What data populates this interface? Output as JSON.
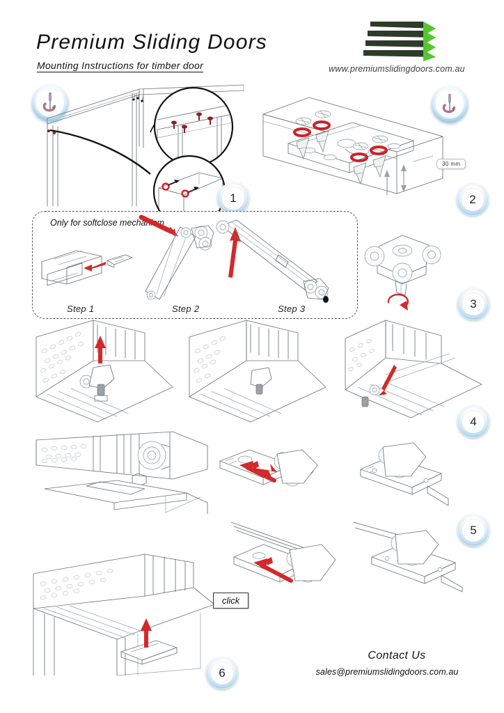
{
  "document": {
    "title": "Premium Sliding Doors",
    "subtitle": "Mounting Instructions for timber door",
    "website": "www.premiumslidingdoors.com.au"
  },
  "logo": {
    "name": "premium-sliding-doors-logo",
    "dark_color": "#2f3b2a",
    "accent_color": "#55c72e"
  },
  "tool_badges": [
    {
      "icon": "screwdriver-icon",
      "label": "screwdriver"
    },
    {
      "icon": "screwdriver-icon",
      "label": "screwdriver"
    }
  ],
  "steps": [
    {
      "number": "1",
      "name": "step-1-frame-screws"
    },
    {
      "number": "2",
      "name": "step-2-track-bracket"
    },
    {
      "number": "3",
      "name": "step-3-roller-carriage"
    },
    {
      "number": "4",
      "name": "step-4-insert-roller"
    },
    {
      "number": "5",
      "name": "step-5-slide-carriage"
    },
    {
      "number": "6",
      "name": "step-6-end-cap-click"
    }
  ],
  "softclose": {
    "note": "Only for softclose mechanism",
    "steps": [
      {
        "label": "Step 1"
      },
      {
        "label": "Step 2"
      },
      {
        "label": "Step 3"
      }
    ]
  },
  "annotations": {
    "dimension": "30 mm",
    "click": "click"
  },
  "footer": {
    "contact_title": "Contact Us",
    "email": "sales@premiumslidingdoors.com.au"
  }
}
